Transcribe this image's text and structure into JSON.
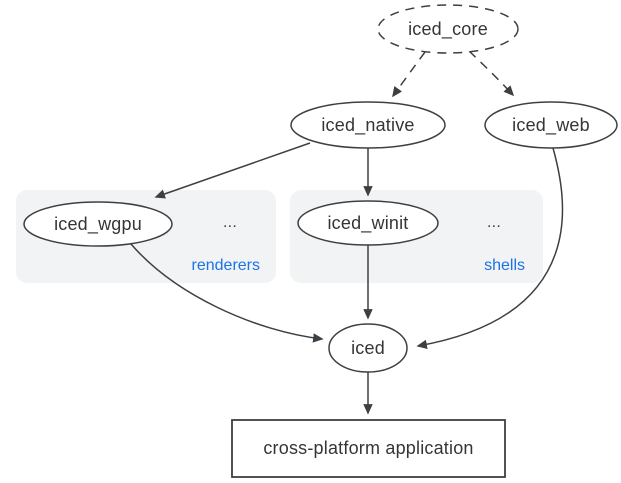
{
  "diagram": {
    "nodes": {
      "iced_core": {
        "label": "iced_core",
        "shape": "ellipse-dashed"
      },
      "iced_native": {
        "label": "iced_native",
        "shape": "ellipse"
      },
      "iced_web": {
        "label": "iced_web",
        "shape": "ellipse"
      },
      "iced_wgpu": {
        "label": "iced_wgpu",
        "shape": "ellipse"
      },
      "iced_winit": {
        "label": "iced_winit",
        "shape": "ellipse"
      },
      "iced": {
        "label": "iced",
        "shape": "ellipse"
      },
      "application": {
        "label": "cross-platform application",
        "shape": "rect"
      }
    },
    "groups": {
      "renderers": {
        "label": "renderers",
        "ellipsis": "..."
      },
      "shells": {
        "label": "shells",
        "ellipsis": "..."
      }
    },
    "edges": [
      {
        "from": "iced_core",
        "to": "iced_native",
        "style": "dashed"
      },
      {
        "from": "iced_core",
        "to": "iced_web",
        "style": "dashed"
      },
      {
        "from": "iced_native",
        "to": "iced_wgpu",
        "style": "solid"
      },
      {
        "from": "iced_native",
        "to": "iced_winit",
        "style": "solid"
      },
      {
        "from": "iced_wgpu",
        "to": "iced",
        "style": "solid"
      },
      {
        "from": "iced_winit",
        "to": "iced",
        "style": "solid"
      },
      {
        "from": "iced_web",
        "to": "iced",
        "style": "solid"
      },
      {
        "from": "iced",
        "to": "application",
        "style": "solid"
      }
    ]
  },
  "colors": {
    "accent": "#1a73e8",
    "line": "#3c4043",
    "text": "#333538",
    "group-bg": "#f1f3f4",
    "node-bg": "#ffffff",
    "canvas-bg": "#ffffff"
  }
}
